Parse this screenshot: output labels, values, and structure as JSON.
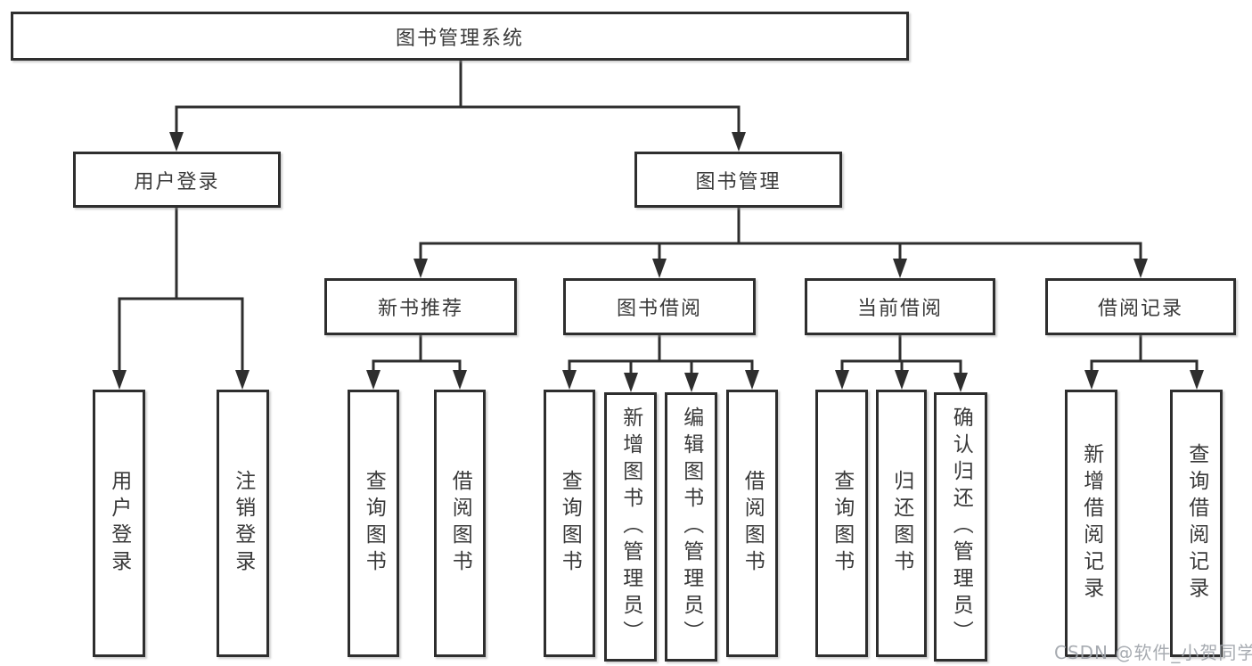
{
  "tree": {
    "root": {
      "label": "图书管理系统",
      "children": [
        {
          "label": "用户登录",
          "children": [
            {
              "label": "用户登录"
            },
            {
              "label": "注销登录"
            }
          ]
        },
        {
          "label": "图书管理",
          "children": [
            {
              "label": "新书推荐",
              "children": [
                {
                  "label": "查询图书"
                },
                {
                  "label": "借阅图书"
                }
              ]
            },
            {
              "label": "图书借阅",
              "children": [
                {
                  "label": "查询图书"
                },
                {
                  "label": "新增图书（管理员）"
                },
                {
                  "label": "编辑图书（管理员）"
                },
                {
                  "label": "借阅图书"
                }
              ]
            },
            {
              "label": "当前借阅",
              "children": [
                {
                  "label": "查询图书"
                },
                {
                  "label": "归还图书"
                },
                {
                  "label": "确认归还（管理员）"
                }
              ]
            },
            {
              "label": "借阅记录",
              "children": [
                {
                  "label": "新增借阅记录"
                },
                {
                  "label": "查询借阅记录"
                }
              ]
            }
          ]
        }
      ]
    }
  },
  "watermark": "CSDN @软件_小贺同学",
  "colors": {
    "background": "#ffffff",
    "box_border": "#2e2e2e",
    "line": "#2e2e2e",
    "text": "#3a3a3a",
    "watermark": "#9ea3a9"
  }
}
